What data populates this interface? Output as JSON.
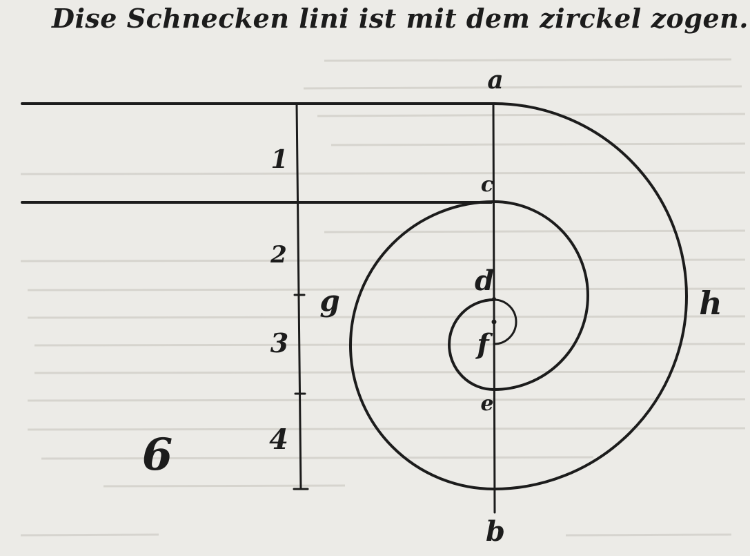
{
  "title": "Dise Schnecken lini ist mit dem zirckel zogen.",
  "ink_color": "#1c1c1c",
  "paper_color": "#ecebe7",
  "labels": {
    "a": "a",
    "b": "b",
    "c": "c",
    "d": "d",
    "e": "e",
    "f": "f",
    "g": "g",
    "h": "h",
    "scale_1": "1",
    "scale_2": "2",
    "scale_3": "3",
    "scale_4": "4",
    "scale_6": "6"
  }
}
